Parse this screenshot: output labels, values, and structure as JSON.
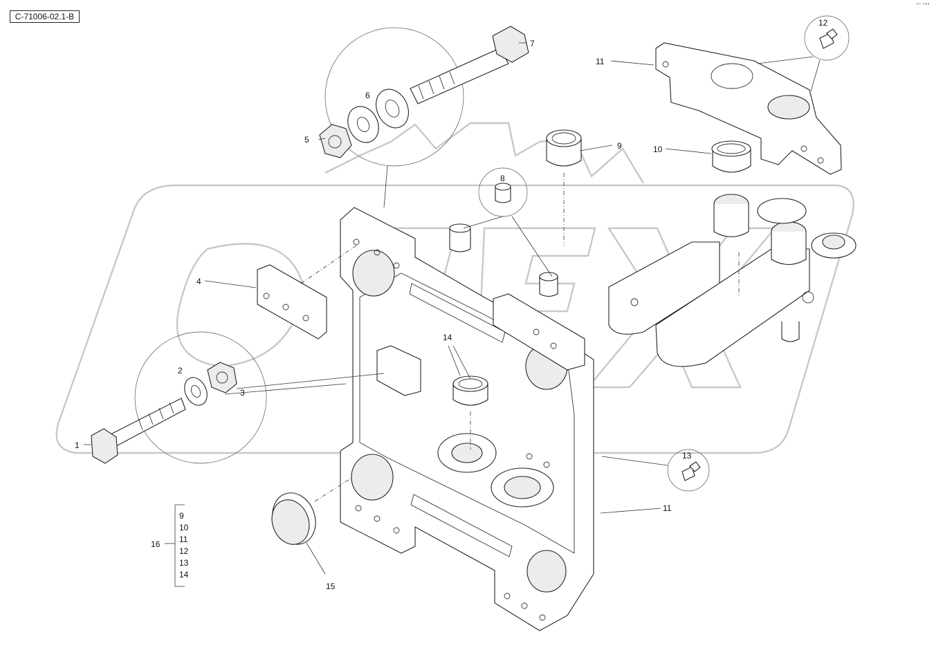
{
  "drawing_ref": "C-71006-02.1-B",
  "corner_mark": "ᵉᵒ ᵉᵃᵃ",
  "watermark": "OPEX",
  "callouts": {
    "c1": "1",
    "c2": "2",
    "c3": "3",
    "c4": "4",
    "c5": "5",
    "c6": "6",
    "c7": "7",
    "c8": "8",
    "c9": "9",
    "c10": "10",
    "c11a": "11",
    "c11b": "11",
    "c12": "12",
    "c13": "13",
    "c14": "14",
    "c15": "15"
  },
  "kit": {
    "number": "16",
    "items": [
      "9",
      "10",
      "11",
      "12",
      "13",
      "14"
    ]
  }
}
